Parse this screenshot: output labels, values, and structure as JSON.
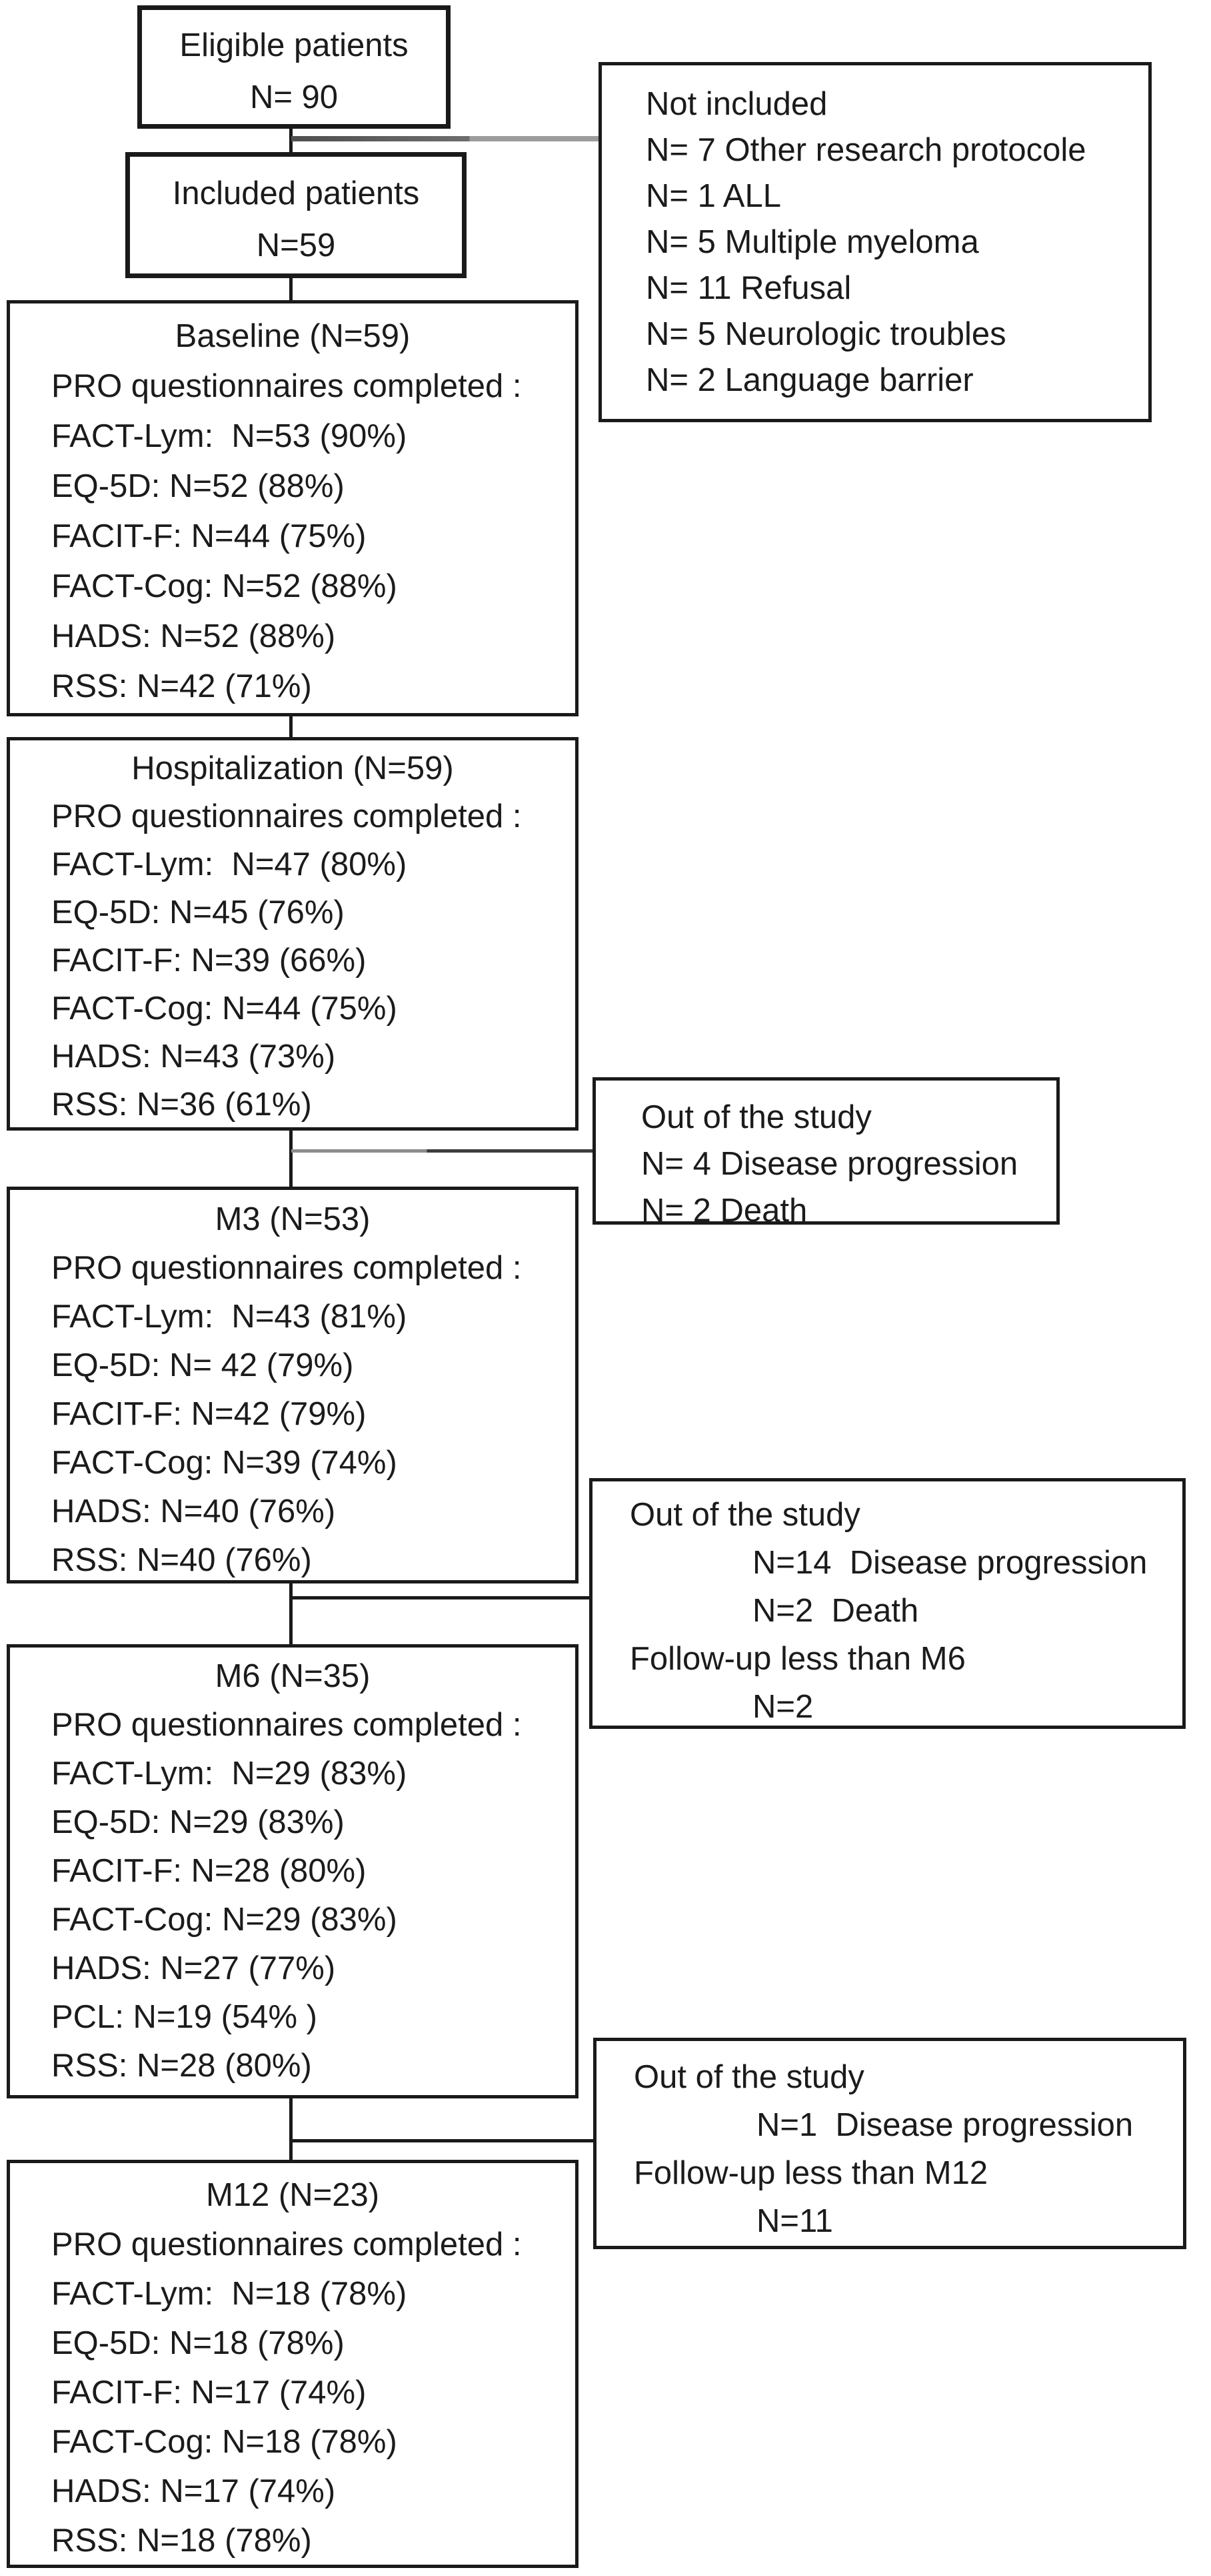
{
  "figure": {
    "type": "study-flow-diagram",
    "background_color": "#ffffff",
    "text_color": "#1b1b1b",
    "border_color": "#1a1a1a",
    "gray_connector_color": "#9c9c9c"
  },
  "top_boxes": [
    {
      "lines": [
        "Eligible patients",
        "N= 90"
      ]
    },
    {
      "lines": [
        "Included patients",
        "N=59"
      ]
    }
  ],
  "not_included": {
    "lines": [
      "Not included",
      "N= 7 Other research protocole",
      "N= 1 ALL",
      "N= 5 Multiple myeloma",
      "N= 11 Refusal",
      "N= 5 Neurologic troubles",
      "N= 2 Language barrier"
    ]
  },
  "stages": [
    {
      "title": "Baseline (N=59)",
      "subtitle": "PRO questionnaires completed :",
      "items": [
        "FACT-Lym:  N=53 (90%)",
        "EQ-5D: N=52 (88%)",
        "FACIT-F: N=44 (75%)",
        "FACT-Cog: N=52 (88%)",
        "HADS: N=52 (88%)",
        "RSS: N=42 (71%)"
      ]
    },
    {
      "title": "Hospitalization (N=59)",
      "subtitle": "PRO questionnaires completed :",
      "items": [
        "FACT-Lym:  N=47 (80%)",
        "EQ-5D: N=45 (76%)",
        "FACIT-F: N=39 (66%)",
        "FACT-Cog: N=44 (75%)",
        "HADS: N=43 (73%)",
        "RSS: N=36 (61%)"
      ]
    },
    {
      "title": "M3 (N=53)",
      "subtitle": "PRO questionnaires completed :",
      "items": [
        "FACT-Lym:  N=43 (81%)",
        "EQ-5D: N= 42 (79%)",
        "FACIT-F: N=42 (79%)",
        "FACT-Cog: N=39 (74%)",
        "HADS: N=40 (76%)",
        "RSS: N=40 (76%)"
      ]
    },
    {
      "title": "M6 (N=35)",
      "subtitle": "PRO questionnaires completed :",
      "items": [
        "FACT-Lym:  N=29 (83%)",
        "EQ-5D: N=29 (83%)",
        "FACIT-F: N=28 (80%)",
        "FACT-Cog: N=29 (83%)",
        "HADS: N=27 (77%)",
        "PCL: N=19 (54% )",
        "RSS: N=28 (80%)"
      ]
    },
    {
      "title": "M12 (N=23)",
      "subtitle": "PRO questionnaires completed :",
      "items": [
        "FACT-Lym:  N=18 (78%)",
        "EQ-5D: N=18 (78%)",
        "FACIT-F: N=17 (74%)",
        "FACT-Cog: N=18 (78%)",
        "HADS: N=17 (74%)",
        "RSS: N=18 (78%)"
      ]
    }
  ],
  "exits": [
    {
      "lines": [
        "Out of the study",
        "N= 4 Disease progression",
        "N= 2 Death"
      ]
    },
    {
      "lines": [
        "Out of the study",
        "N=14  Disease progression",
        "N=2  Death",
        "Follow-up less than M6",
        "N=2"
      ]
    },
    {
      "lines": [
        "Out of the study",
        "N=1  Disease progression",
        "Follow-up less than M12",
        "N=11"
      ]
    }
  ]
}
